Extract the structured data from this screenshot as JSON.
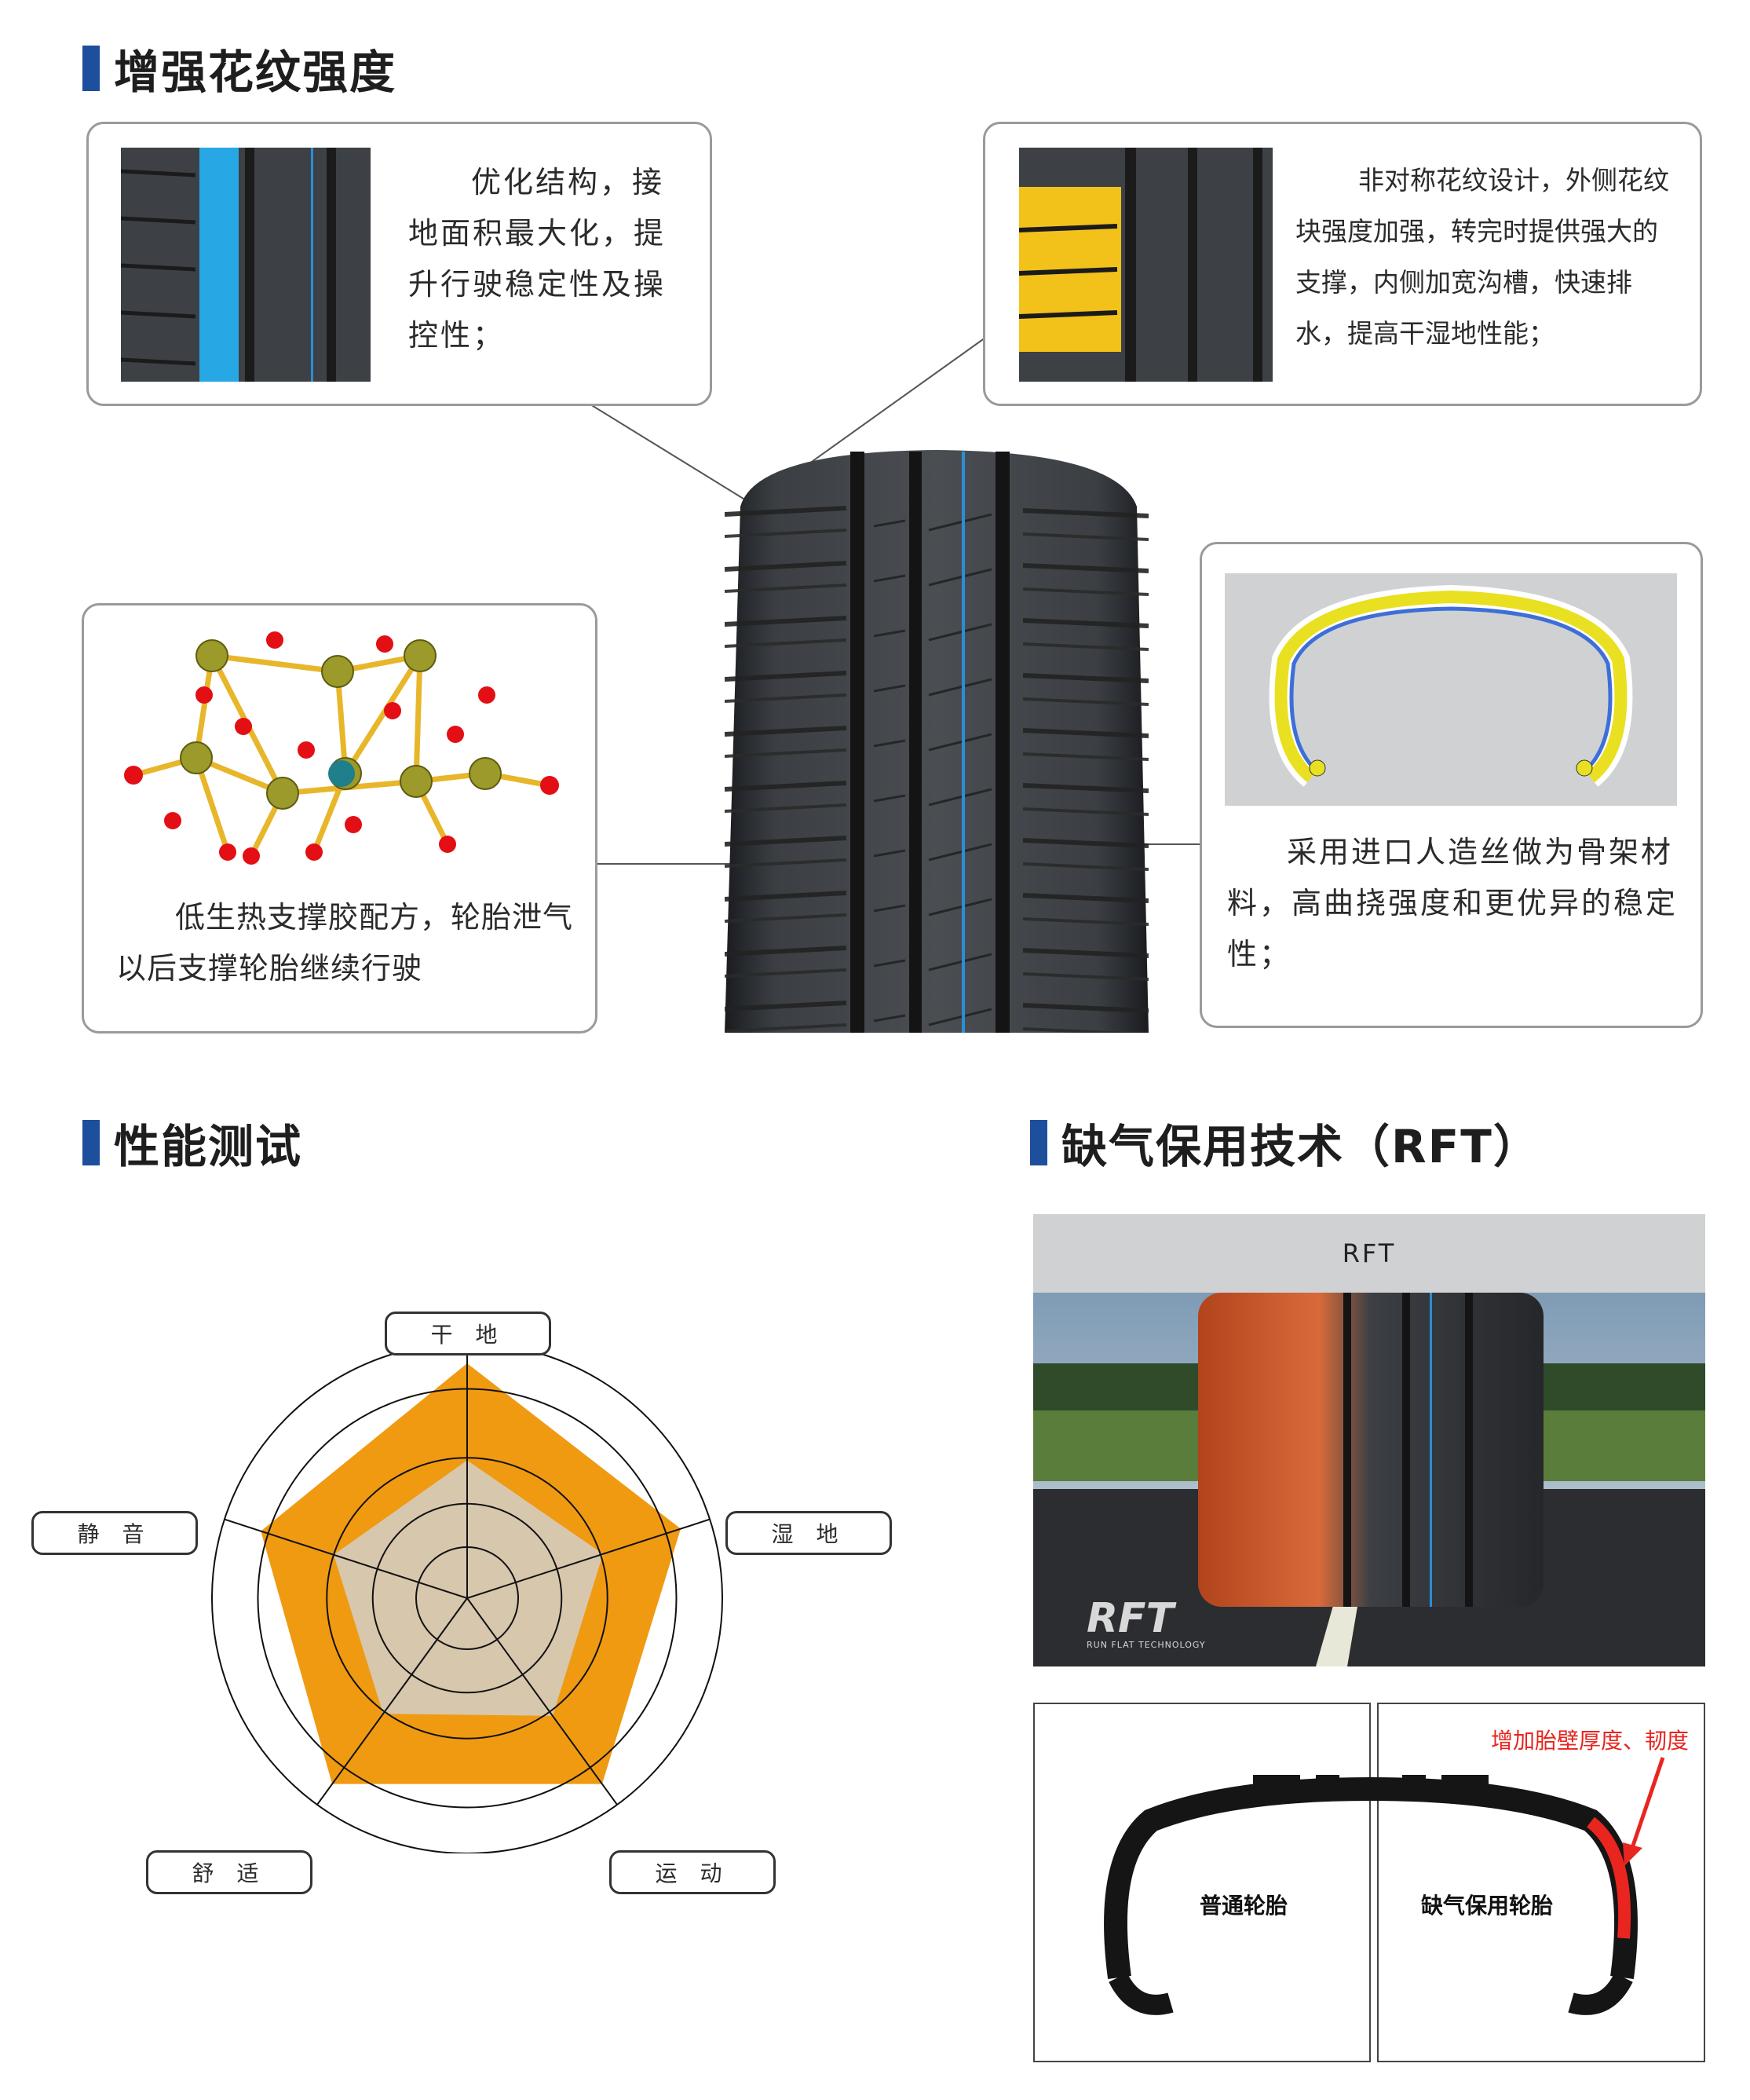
{
  "sections": {
    "pattern": {
      "title": "增强花纹强度"
    },
    "performance": {
      "title": "性能测试"
    },
    "rft": {
      "title": "缺气保用技术（RFT）"
    }
  },
  "cards": {
    "optimize": {
      "text": "优化结构，接地面积最大化，提升行驶稳定性及操控性；"
    },
    "asymmetric": {
      "text": "非对称花纹设计，外侧花纹块强度加强，转完时提供强大的支撑，内侧加宽沟槽，快速排水，提高干湿地性能；"
    },
    "compound": {
      "text": "低生热支撑胶配方，轮胎泄气以后支撑轮胎继续行驶"
    },
    "rayon": {
      "text": "采用进口人造丝做为骨架材料，高曲挠强度和更优异的稳定性；"
    }
  },
  "radar": {
    "axes": [
      "干 地",
      "湿 地",
      "运 动",
      "舒 适",
      "静 音"
    ],
    "product_values": [
      0.92,
      0.88,
      0.9,
      0.9,
      0.85
    ],
    "baseline_values": [
      0.54,
      0.56,
      0.57,
      0.56,
      0.55
    ],
    "colors": {
      "product": "#f09a12",
      "baseline": "#d7c7ad"
    }
  },
  "rft_photo": {
    "header": "RFT",
    "logo": "RFT",
    "logo_sub": "RUN FLAT TECHNOLOGY"
  },
  "comparison": {
    "normal_label": "普通轮胎",
    "rft_label": "缺气保用轮胎",
    "annotation": "增加胎壁厚度、韧度",
    "annotation_color": "#e8251f"
  }
}
